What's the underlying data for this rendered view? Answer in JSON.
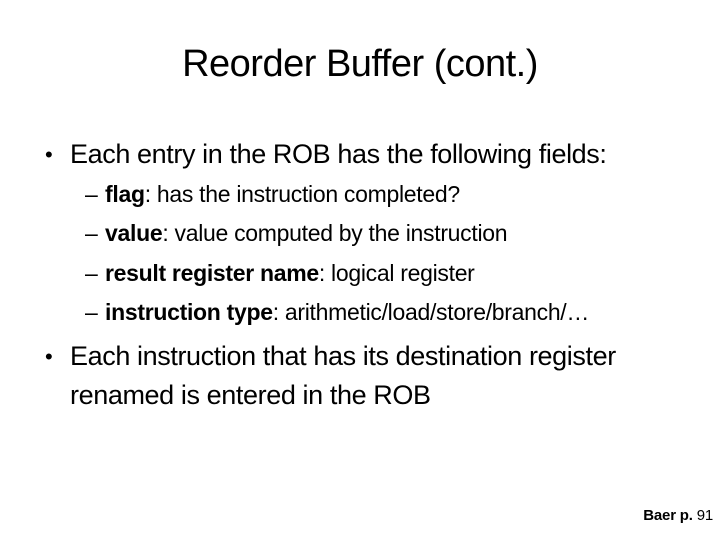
{
  "colors": {
    "background": "#ffffff",
    "text": "#000000"
  },
  "slide": {
    "title": "Reorder Buffer (cont.)",
    "bullet_char": "•",
    "dash_char": "–",
    "bullets": [
      {
        "text": "Each entry in the ROB has the following fields:",
        "sub_bullets": [
          {
            "term": "flag",
            "rest": ": has the instruction completed?"
          },
          {
            "term": "value",
            "rest": ": value computed by the instruction"
          },
          {
            "term": "result register name",
            "rest": ": logical register"
          },
          {
            "term": "instruction type",
            "rest": ": arithmetic/load/store/branch/…"
          }
        ]
      },
      {
        "text": "Each instruction that has its destination register renamed is entered in the ROB",
        "sub_bullets": []
      }
    ],
    "footer": {
      "source": "Baer p.",
      "page": "91"
    }
  }
}
